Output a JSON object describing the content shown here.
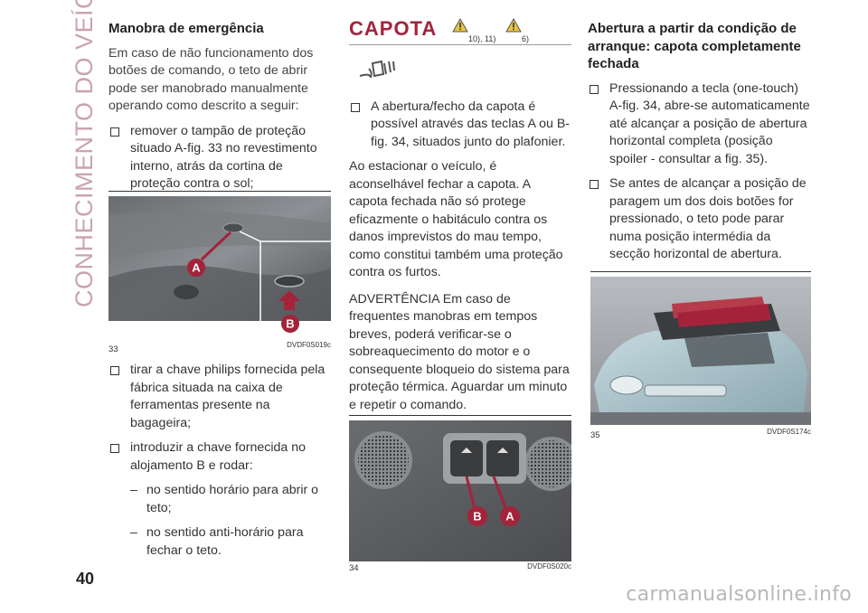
{
  "side_title": "CONHECIMENTO DO VEÍCULO",
  "page_number": "40",
  "col1": {
    "heading": "Manobra de emergência",
    "intro": "Em caso de não funcionamento dos botões de comando, o teto de abrir pode ser manobrado manualmente operando como descrito a seguir:",
    "bullet1": "remover o tampão de proteção situado A-fig. 33 no revestimento interno, atrás da cortina de proteção contra o sol;",
    "figure": {
      "number": "33",
      "code": "DVDF0S019c",
      "label_a": "A",
      "label_b": "B"
    },
    "bullet2": "tirar a chave philips fornecida pela fábrica situada na caixa de ferramentas presente na bagageira;",
    "bullet3": "introduzir a chave fornecida no alojamento B e rodar:",
    "dash1": "no sentido horário para abrir o teto;",
    "dash2": "no sentido anti-horário para fechar o teto.",
    "dash_mark": "–"
  },
  "col2": {
    "title": "CAPOTA",
    "ref1": "10), 11)",
    "ref2": "6)",
    "bullet1": "A abertura/fecho da capota é possível através das teclas A ou B-fig. 34, situados junto do plafonier.",
    "para1": "Ao estacionar o veículo, é aconselhável fechar a capota. A capota fechada não só protege eficazmente o habitáculo contra os danos imprevistos do mau tempo, como constitui também uma proteção contra os furtos.",
    "para2": "ADVERTÊNCIA Em caso de frequentes manobras em tempos breves, poderá verificar-se o sobreaquecimento do motor e o consequente bloqueio do sistema para proteção térmica. Aguardar um minuto e repetir o comando.",
    "figure": {
      "number": "34",
      "code": "DVDF0S020c",
      "label_a": "A",
      "label_b": "B"
    }
  },
  "col3": {
    "heading": "Abertura a partir da condição de arranque: capota completamente fechada",
    "bullet1": "Pressionando a tecla (one-touch) A-fig. 34, abre-se automaticamente até alcançar a posição de abertura horizontal completa (posição spoiler - consultar a fig. 35).",
    "bullet2": "Se antes de alcançar a posição de paragem um dos dois botões for pressionado, o teto pode parar numa posição intermédia da secção horizontal de abertura.",
    "figure": {
      "number": "35",
      "code": "DVDF0S174c"
    }
  },
  "watermark": "carmanualsonline.info",
  "colors": {
    "accent": "#a4233b",
    "side_title": "#c9a4ad",
    "watermark": "#b8b8b8"
  },
  "icons": [
    "warning-triangle-icon",
    "convertible-roof-icon",
    "checkbox-bullet-icon"
  ]
}
